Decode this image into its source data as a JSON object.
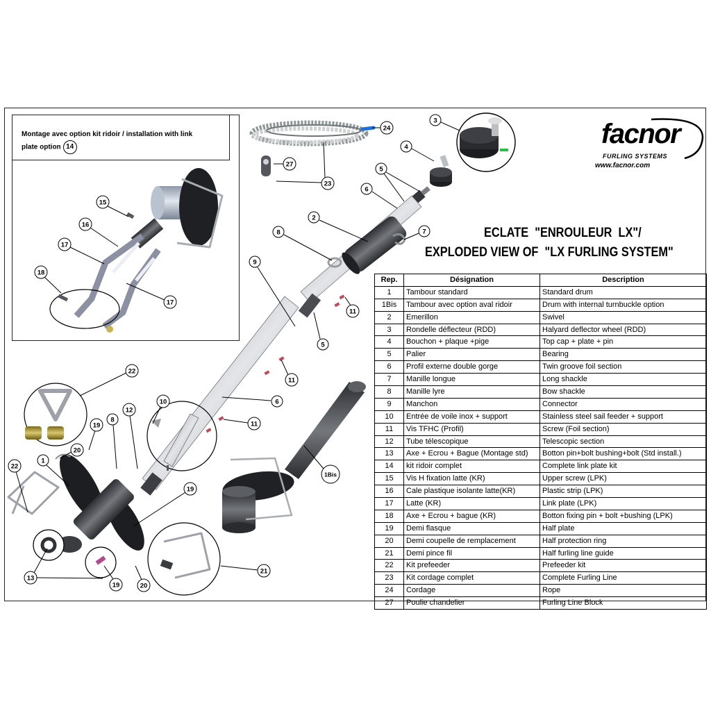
{
  "brand": {
    "name": "facnor",
    "tagline": "FURLING SYSTEMS",
    "url": "www.facnor.com"
  },
  "title": {
    "line1": "ECLATE  \"ENROULEUR  LX\"/",
    "line2": "EXPLODED VIEW OF  \"LX FURLING SYSTEM\""
  },
  "inset": {
    "caption": "Montage avec option kit ridoir / installation with link plate option",
    "ref": "14"
  },
  "table": {
    "headers": [
      "Rep.",
      "Désignation",
      "Description"
    ],
    "rows": [
      [
        "1",
        "Tambour standard",
        "Standard drum"
      ],
      [
        "1Bis",
        "Tambour avec option aval ridoir",
        "Drum with internal turnbuckle option"
      ],
      [
        "2",
        "Emerillon",
        "Swivel"
      ],
      [
        "3",
        "Rondelle déflecteur (RDD)",
        "Halyard deflector wheel (RDD)"
      ],
      [
        "4",
        "Bouchon + plaque +pige",
        "Top cap + plate + pin"
      ],
      [
        "5",
        "Palier",
        "Bearing"
      ],
      [
        "6",
        "Profil externe double gorge",
        "Twin groove foil section"
      ],
      [
        "7",
        "Manille longue",
        "Long shackle"
      ],
      [
        "8",
        "Manille lyre",
        "Bow shackle"
      ],
      [
        "9",
        "Manchon",
        "Connector"
      ],
      [
        "10",
        "Entrée de voile inox + support",
        "Stainless steel sail feeder + support"
      ],
      [
        "11",
        "Vis TFHC (Profil)",
        "Screw (Foil section)"
      ],
      [
        "12",
        "Tube télescopique",
        "Telescopic section"
      ],
      [
        "13",
        "Axe + Ecrou + Bague (Montage std)",
        "Botton pin+bolt bushing+bolt (Std install.)"
      ],
      [
        "14",
        "kit ridoir complet",
        "Complete link plate kit"
      ],
      [
        "15",
        "Vis H fixation latte (KR)",
        "Upper screw  (LPK)"
      ],
      [
        "16",
        "Cale plastique isolante latte(KR)",
        "Plastic strip (LPK)"
      ],
      [
        "17",
        "Latte (KR)",
        "Link plate (LPK)"
      ],
      [
        "18",
        "Axe + Ecrou + bague (KR)",
        "Botton fixing pin + bolt +bushing  (LPK)"
      ],
      [
        "19",
        "Demi flasque",
        "Half plate"
      ],
      [
        "20",
        "Demi coupelle de remplacement",
        "Half protection ring"
      ],
      [
        "21",
        "Demi pince fil",
        "Half furling line guide"
      ],
      [
        "22",
        "Kit prefeeder",
        "Prefeeder kit"
      ],
      [
        "23",
        "Kit cordage complet",
        "Complete Furling Line"
      ],
      [
        "24",
        "Cordage",
        "Rope"
      ],
      [
        "27",
        "Poulie chandelier",
        "Furling Line Block"
      ]
    ]
  },
  "callouts": [
    "3",
    "24",
    "4",
    "27",
    "23",
    "5",
    "6",
    "2",
    "7",
    "8",
    "9",
    "11",
    "5",
    "11",
    "6",
    "11",
    "22",
    "10",
    "8",
    "12",
    "19",
    "20",
    "1",
    "22",
    "19",
    "1Bis",
    "13",
    "19",
    "20",
    "21",
    "15",
    "16",
    "17",
    "18",
    "17"
  ],
  "colors": {
    "screw": "#c2485a",
    "rope_tip": "#1e6fd9",
    "tag": "#2bbf4a",
    "bushing": "#c8b455"
  }
}
